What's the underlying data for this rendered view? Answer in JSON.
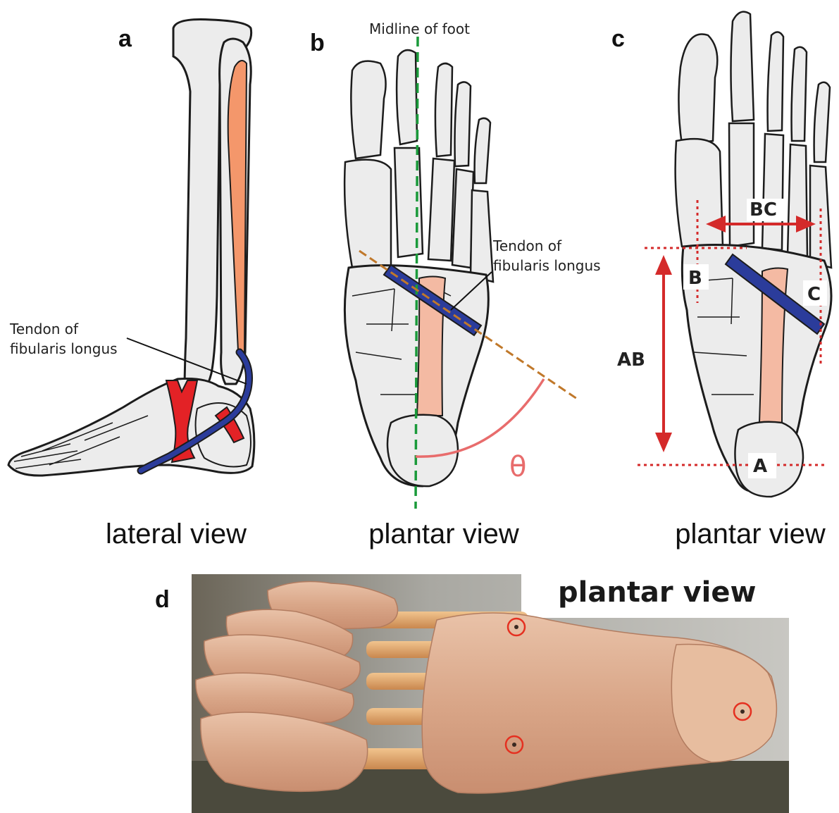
{
  "panels": {
    "a": {
      "letter": "a",
      "label_tendon": [
        "Tendon of",
        "fibularis longus"
      ],
      "caption": "lateral view"
    },
    "b": {
      "letter": "b",
      "label_midline": "Midline of foot",
      "label_tendon": [
        "Tendon of",
        "fibularis longus"
      ],
      "angle_symbol": "θ",
      "caption": "plantar view"
    },
    "c": {
      "letter": "c",
      "points": [
        "A",
        "B",
        "C"
      ],
      "measurements": [
        "AB",
        "BC"
      ],
      "caption": "plantar view"
    },
    "d": {
      "letter": "d",
      "title": "plantar view"
    }
  },
  "colors": {
    "bone_fill": "#ececec",
    "outline": "#1c1c1c",
    "muscle": "#f4976b",
    "tendon_blue": "#2b3c9b",
    "retinaculum_red": "#e32226",
    "calcaneus_pink": "#f4baa3",
    "midline_green": "#1a9a3a",
    "angle_line": "#c0782a",
    "arc_pink": "#e86c6c",
    "measure_red": "#d42a2a"
  }
}
